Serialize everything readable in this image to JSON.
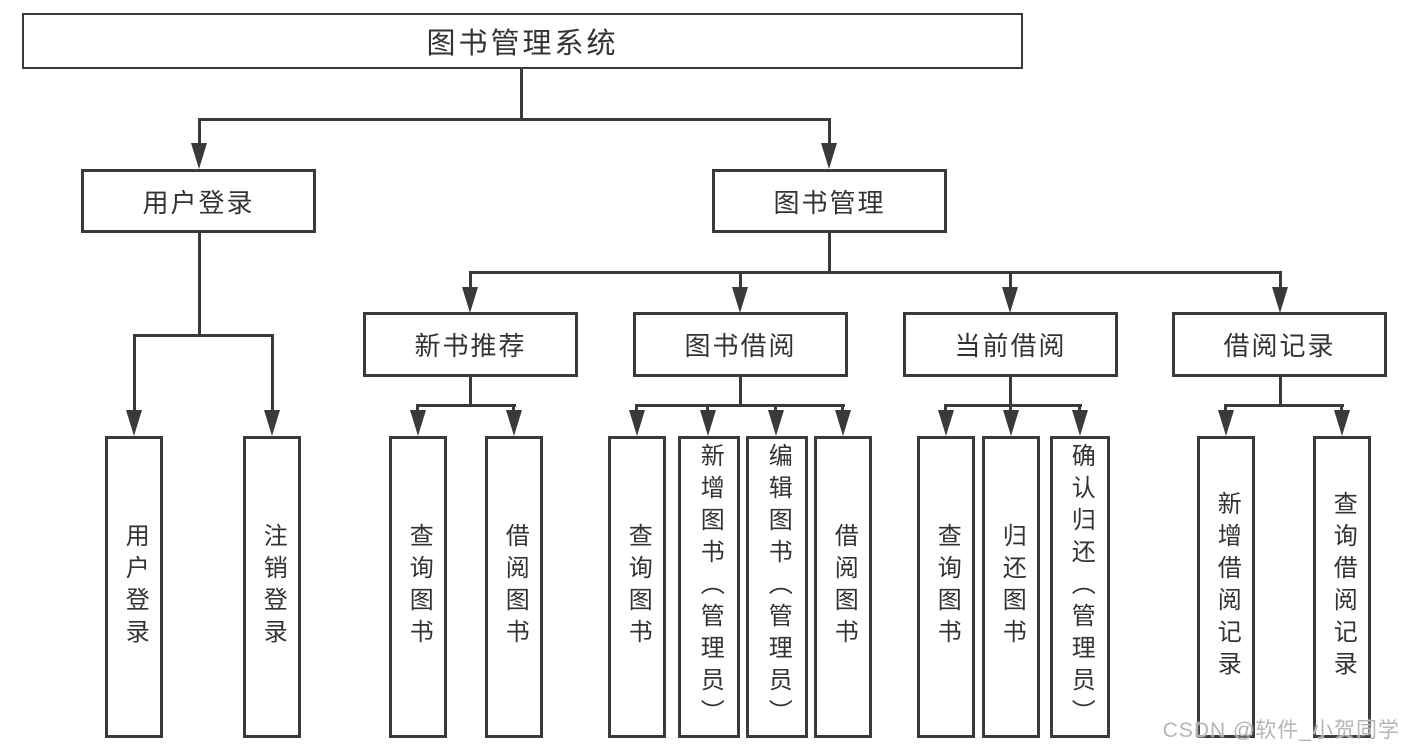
{
  "tree": {
    "root_label": "图书管理系统",
    "user_login": {
      "label": "用户登录",
      "children": [
        {
          "label": "用户登录"
        },
        {
          "label": "注销登录"
        }
      ]
    },
    "book_mgmt": {
      "label": "图书管理",
      "sections": [
        {
          "label": "新书推荐",
          "children": [
            {
              "label": "查询图书"
            },
            {
              "label": "借阅图书"
            }
          ]
        },
        {
          "label": "图书借阅",
          "children": [
            {
              "label": "查询图书"
            },
            {
              "label": "新增图书（管理员）"
            },
            {
              "label": "编辑图书（管理员）"
            },
            {
              "label": "借阅图书"
            }
          ]
        },
        {
          "label": "当前借阅",
          "children": [
            {
              "label": "查询图书"
            },
            {
              "label": "归还图书"
            },
            {
              "label": "确认归还（管理员）"
            }
          ]
        },
        {
          "label": "借阅记录",
          "children": [
            {
              "label": "新增借阅记录"
            },
            {
              "label": "查询借阅记录"
            }
          ]
        }
      ]
    }
  },
  "watermark": {
    "text": "CSDN @软件_小贺同学"
  },
  "colors": {
    "line": "#3a3a3a",
    "text": "#333333",
    "background": "#ffffff",
    "watermark": "#b5b5b5"
  }
}
